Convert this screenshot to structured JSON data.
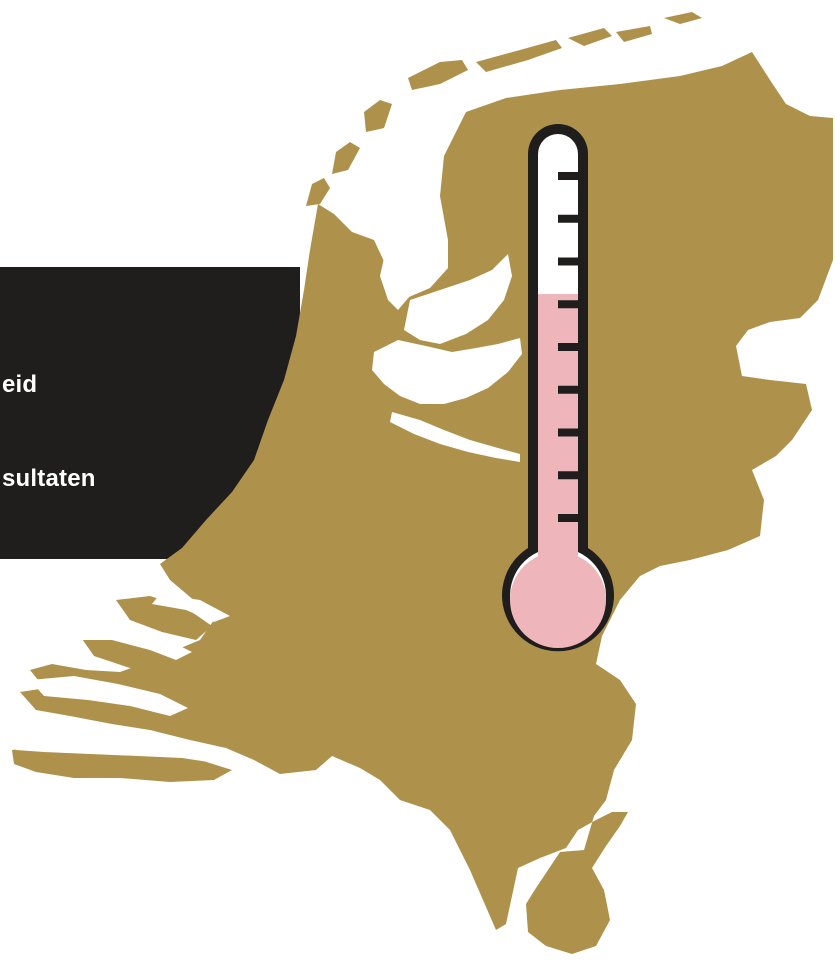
{
  "banner": {
    "line_1": "eid",
    "line_2": "sultaten"
  },
  "colors": {
    "background": "#ffffff",
    "banner": "#1f1e1c",
    "banner_text": "#ffffff",
    "map": "#ae914b",
    "thermometer_outline": "#1f1e1c",
    "thermometer_fill": "#eeb5bb",
    "thermometer_empty": "#ffffff"
  },
  "icons": {
    "map": "netherlands-map-icon",
    "thermometer": "thermometer-icon"
  },
  "thermometer": {
    "fill_level": 0.66,
    "tick_count": 9
  }
}
